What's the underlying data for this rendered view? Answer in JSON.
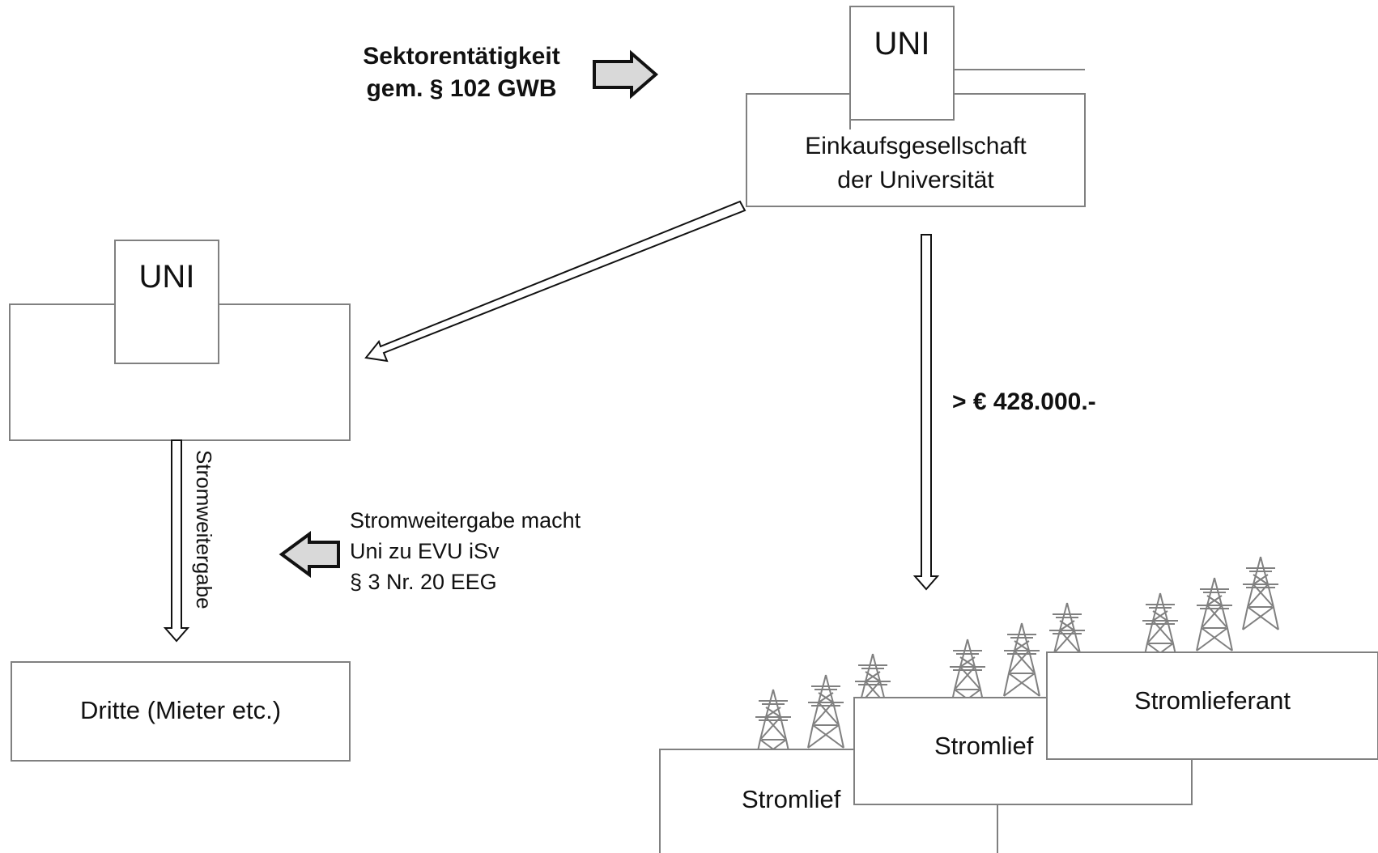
{
  "labels": {
    "sektor_line1": "Sektorentätigkeit",
    "sektor_line2": "gem. § 102 GWB",
    "uni_top": "UNI",
    "einkauf_line1": "Einkaufsgesellschaft",
    "einkauf_line2": "der Universität",
    "uni_left": "UNI",
    "amount": "> € 428.000.-",
    "stromweitergabe": "Stromweitergabe",
    "evu_line1": "Stromweitergabe macht",
    "evu_line2": "Uni zu EVU iSv",
    "evu_line3": "§ 3 Nr. 20 EEG",
    "dritte": "Dritte (Mieter etc.)",
    "lieferant_front": "Stromlieferant",
    "lieferant_mid": "Stromlief",
    "lieferant_back": "Stromlief"
  },
  "colors": {
    "stroke": "#808080",
    "arrow_fill": "#d9d9d9",
    "text": "#111111"
  },
  "icons": [
    "power-pylon-icon"
  ]
}
